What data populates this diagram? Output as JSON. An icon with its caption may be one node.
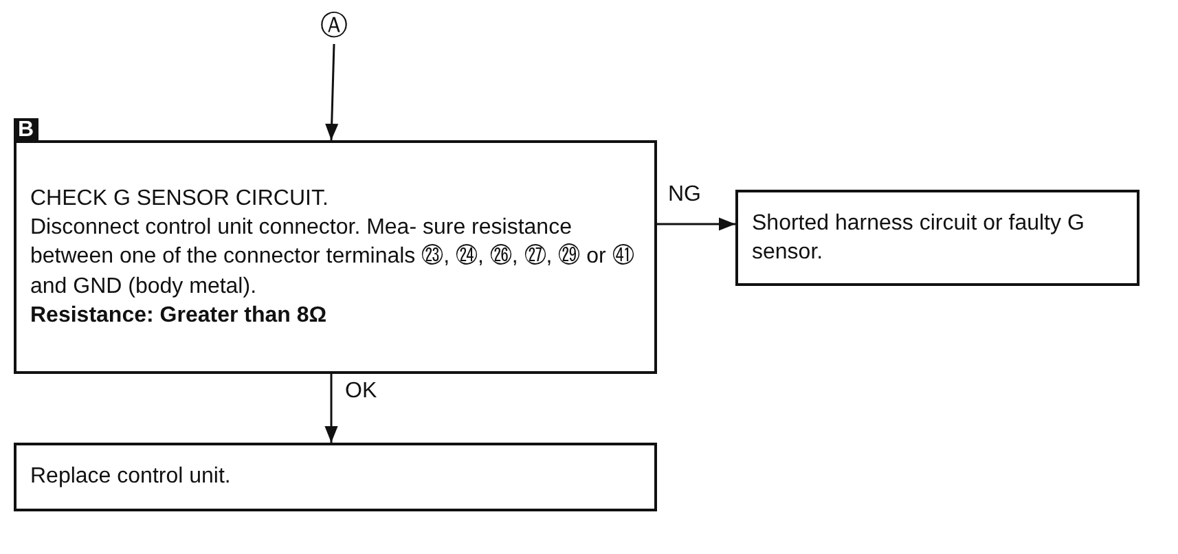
{
  "diagram": {
    "nodes": [
      {
        "text": [
          "Ⓐ"
        ]
      },
      {
        "text": [
          "CHECK G SENSOR CIRCUIT.",
          "Disconnect control unit connector. Mea- sure resistance between one of the connector terminals ㉓, ㉔, ㉖, ㉗, ㉙ or ㊶ and GND (body metal).",
          "Resistance: Greater than 8Ω"
        ]
      },
      {
        "text": [
          "Shorted harness circuit or faulty G sensor."
        ]
      },
      {
        "text": [
          "Replace control unit."
        ]
      }
    ],
    "edges": [
      {
        "from": 0,
        "to": 1,
        "arrow": "to"
      },
      {
        "from": 1,
        "to": 2,
        "arrow": "to",
        "label": "NG"
      },
      {
        "from": 1,
        "to": 3,
        "arrow": "to",
        "label": "OK"
      }
    ],
    "labels": [
      "B"
    ]
  }
}
